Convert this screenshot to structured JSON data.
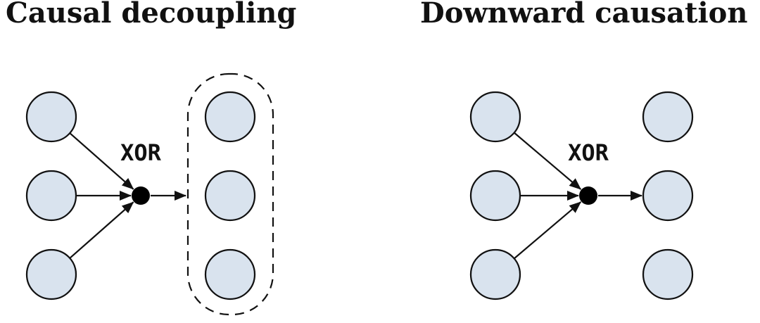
{
  "figure": {
    "background": "#ffffff",
    "panels": [
      {
        "id": "causal-decoupling",
        "title": "Causal decoupling",
        "gate_label": "XOR",
        "source_nodes": 3,
        "target_nodes": 3,
        "has_dashed_group": true
      },
      {
        "id": "downward-causation",
        "title": "Downward causation",
        "gate_label": "XOR",
        "source_nodes": 3,
        "target_nodes": 3,
        "has_dashed_group": false
      }
    ],
    "colors": {
      "node_fill": "#d9e3ee",
      "node_stroke": "#111111",
      "edge": "#111111",
      "gate_dot": "#000000",
      "dashed_outline": "#111111",
      "title_text": "#111111"
    }
  }
}
